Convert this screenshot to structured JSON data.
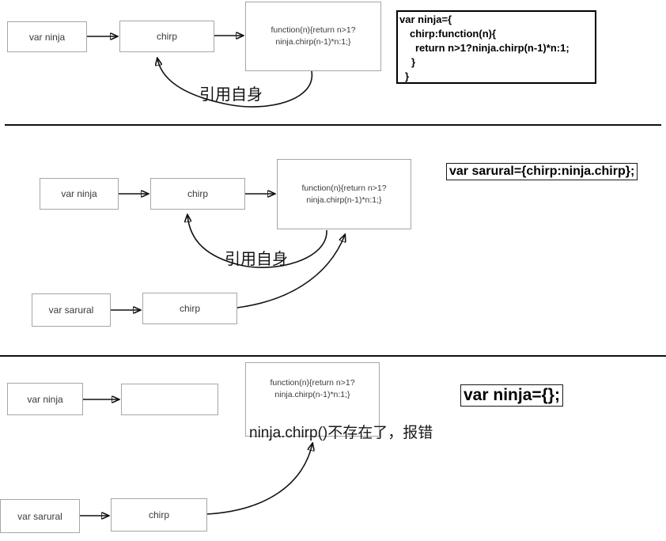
{
  "section1": {
    "ninja_box": "var ninja",
    "chirp_box": "chirp",
    "func_box": {
      "line1": "function(n){return n>1?",
      "line2": "ninja.chirp(n-1)*n:1;}"
    },
    "self_ref_label": "引用自身",
    "code": {
      "l1": "var ninja={",
      "l2": "chirp:function(n){",
      "l3": "return n>1?ninja.chirp(n-1)*n:1;",
      "l4": "}",
      "l5": "}"
    }
  },
  "section2": {
    "ninja_box": "var ninja",
    "chirp_box": "chirp",
    "func_box": {
      "line1": "function(n){return n>1?",
      "line2": "ninja.chirp(n-1)*n:1;}"
    },
    "self_ref_label": "引用自身",
    "sarural_box": "var sarural",
    "sarural_chirp_box": "chirp",
    "code": "var sarural={chirp:ninja.chirp};"
  },
  "section3": {
    "ninja_box": "var ninja",
    "empty_box": "",
    "func_box": {
      "line1": "function(n){return n>1?",
      "line2": "ninja.chirp(n-1)*n:1;}"
    },
    "error_prefix": "ninja.chirp()",
    "error_suffix": "不存在了，报错",
    "sarural_box": "var sarural",
    "sarural_chirp_box": "chirp",
    "code": "var ninja={};"
  },
  "colors": {
    "box_border": "#a6a6a6",
    "code_border": "#000000",
    "line": "#111111"
  }
}
